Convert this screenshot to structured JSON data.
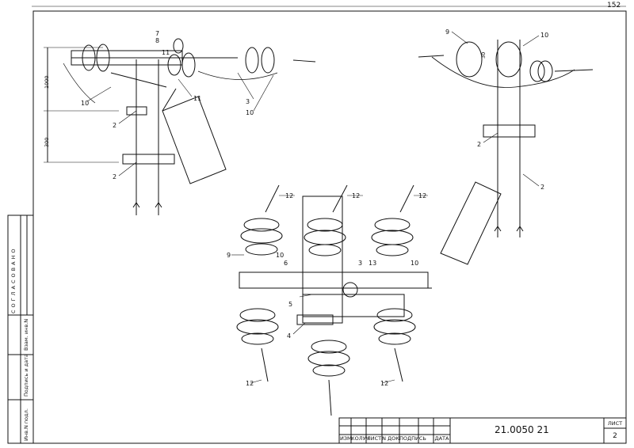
{
  "sheet": {
    "page_number": "152",
    "document_code": "21.0050 21",
    "list_label": "ЛИСТ",
    "list_number": "2"
  },
  "title_block": {
    "columns": [
      "ИЗМ.",
      "КОЛУЧ",
      "ЛИСТ",
      "N ДОК",
      "ПОДПИСЬ",
      "ДАТА"
    ]
  },
  "side_stamp": {
    "agreed": "СОГЛАСОВАНО",
    "fields": [
      "Взам. инв.N",
      "Подпись и дата",
      "Инв.N подл."
    ]
  },
  "dimensions": {
    "top": "1000",
    "bottom": "300",
    "right": "30"
  },
  "callouts": {
    "top_left": [
      "7",
      "8",
      "11",
      "11",
      "10",
      "3",
      "10",
      "2",
      "2"
    ],
    "top_right": [
      "9",
      "10",
      "2",
      "2"
    ],
    "bottom": [
      "12",
      "12",
      "12",
      "9",
      "10",
      "6",
      "3",
      "13",
      "10",
      "5",
      "4",
      "12",
      "12"
    ]
  },
  "colors": {
    "ink": "#111111",
    "paper": "#ffffff"
  }
}
